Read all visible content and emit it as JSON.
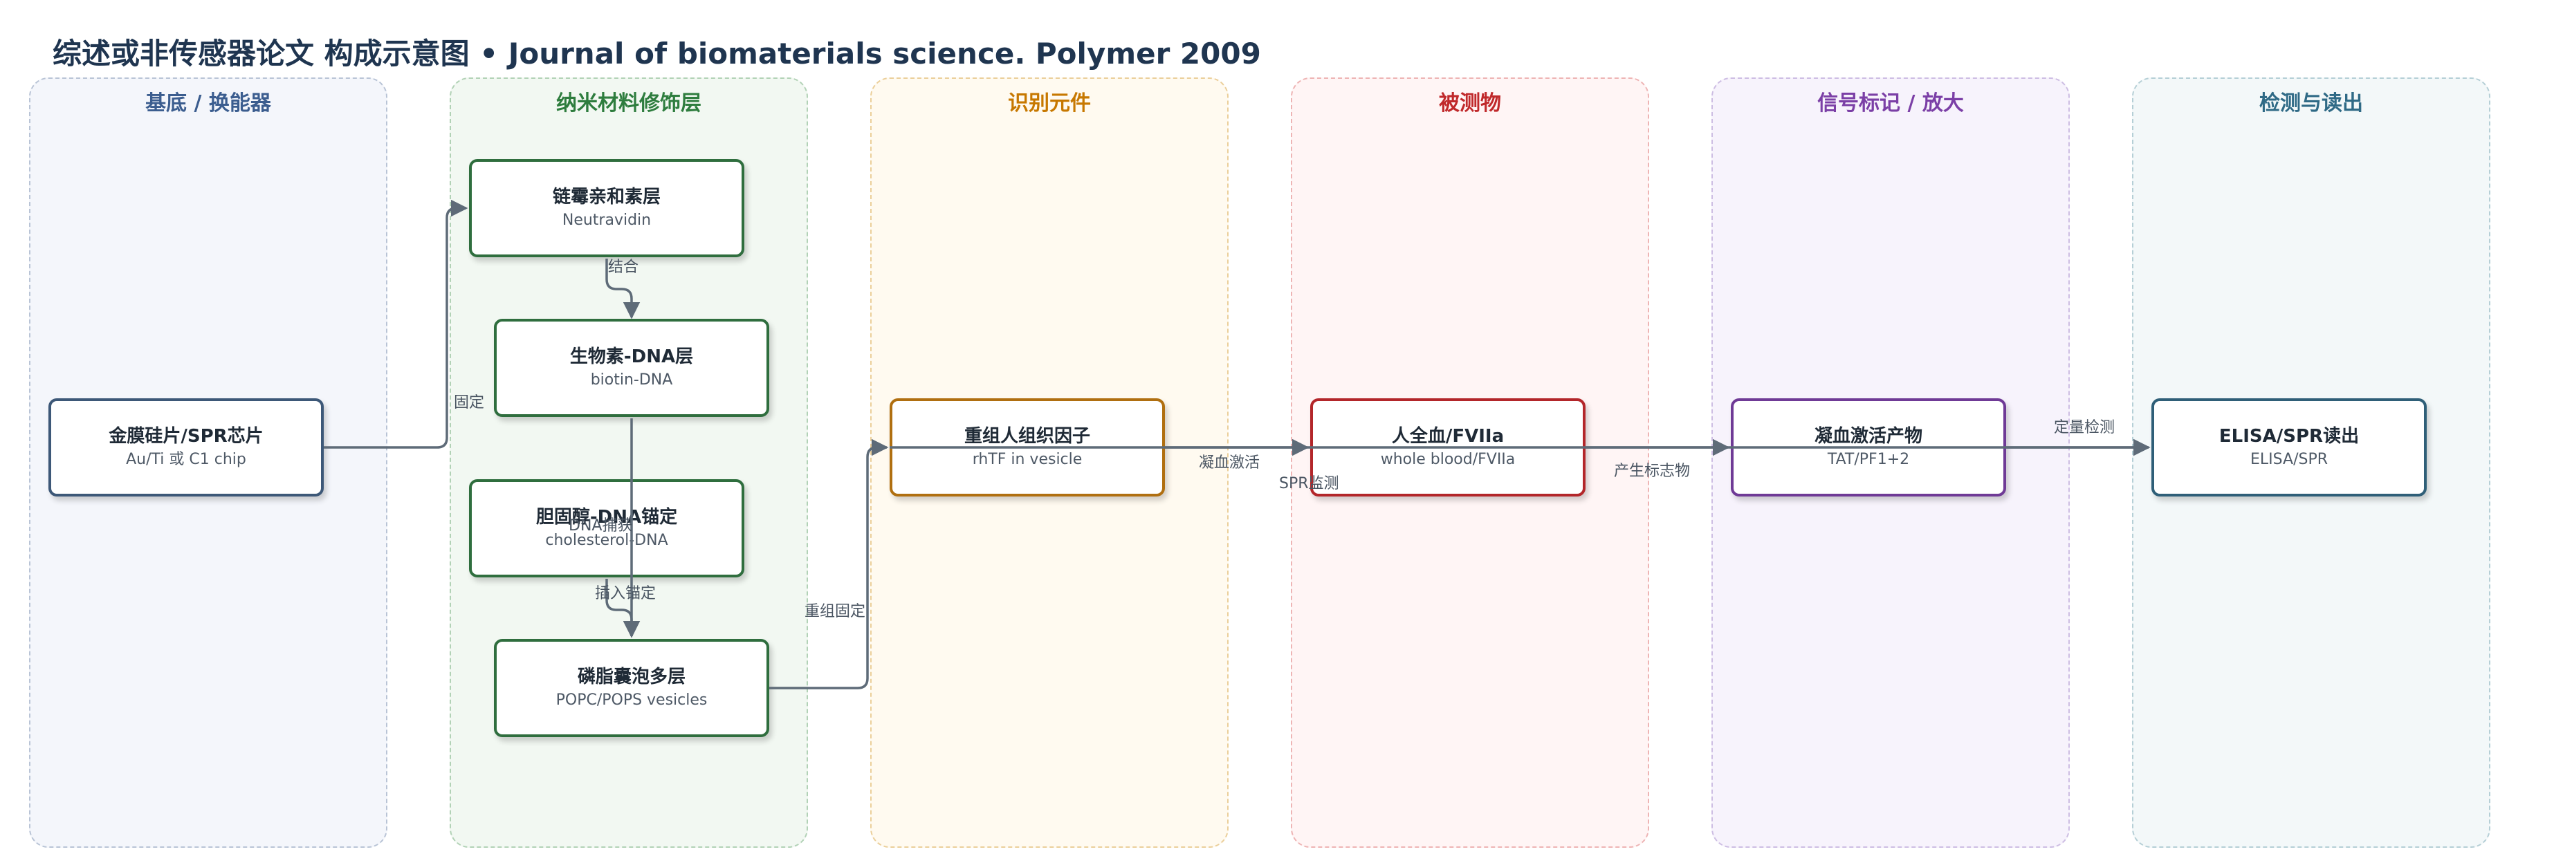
{
  "header": {
    "title": "综述或非传感器论文 构成示意图 • Journal of biomaterials science. Polymer 2009"
  },
  "lanes": [
    {
      "title": "基底 / 换能器",
      "color": "#3b5d8f",
      "bg": "#f4f6fb",
      "border": "#b9c4d6"
    },
    {
      "title": "纳米材料修饰层",
      "color": "#2e7d3e",
      "bg": "#f2f8f2",
      "border": "#b2d2b6"
    },
    {
      "title": "识别元件",
      "color": "#c77800",
      "bg": "#fffaf0",
      "border": "#ebcf9a"
    },
    {
      "title": "被测物",
      "color": "#c0292b",
      "bg": "#fff5f5",
      "border": "#eeb4b4"
    },
    {
      "title": "信号标记 / 放大",
      "color": "#7b3fa6",
      "bg": "#f7f3fc",
      "border": "#cdbde3"
    },
    {
      "title": "检测与读出",
      "color": "#2f6a86",
      "bg": "#f3f8f9",
      "border": "#b5cfd6"
    }
  ],
  "nodes": {
    "chip": {
      "title": "金膜硅片/SPR芯片",
      "sub": "Au/Ti 或 C1 chip",
      "border": "#3d5878"
    },
    "neutravidin": {
      "title": "链霉亲和素层",
      "sub": "Neutravidin",
      "border": "#2f6e3e"
    },
    "biotin": {
      "title": "生物素-DNA层",
      "sub": "biotin-DNA",
      "border": "#2f6e3e"
    },
    "cholesterol": {
      "title": "胆固醇-DNA锚定",
      "sub": "cholesterol-DNA",
      "border": "#2f6e3e"
    },
    "vesicle": {
      "title": "磷脂囊泡多层",
      "sub": "POPC/POPS vesicles",
      "border": "#2f6e3e"
    },
    "rhtf": {
      "title": "重组人组织因子",
      "sub": "rhTF in vesicle",
      "border": "#b06f10"
    },
    "blood": {
      "title": "人全血/FVIIa",
      "sub": "whole blood/FVIIa",
      "border": "#b3262a"
    },
    "product": {
      "title": "凝血激活产物",
      "sub": "TAT/PF1+2",
      "border": "#6f3a96"
    },
    "readout": {
      "title": "ELISA/SPR读出",
      "sub": "ELISA/SPR",
      "border": "#2f5f78"
    }
  },
  "edges": {
    "fix": "固定",
    "bind": "结合",
    "dna_capture": "DNA捕获",
    "insert_anchor": "插入锚定",
    "recombinant_fix": "重组固定",
    "coag_activate": "凝血激活",
    "spr_monitor": "SPR监测",
    "marker_produce": "产生标志物",
    "quant_detect": "定量检测"
  },
  "colors": {
    "edge": "#5e6b78"
  }
}
